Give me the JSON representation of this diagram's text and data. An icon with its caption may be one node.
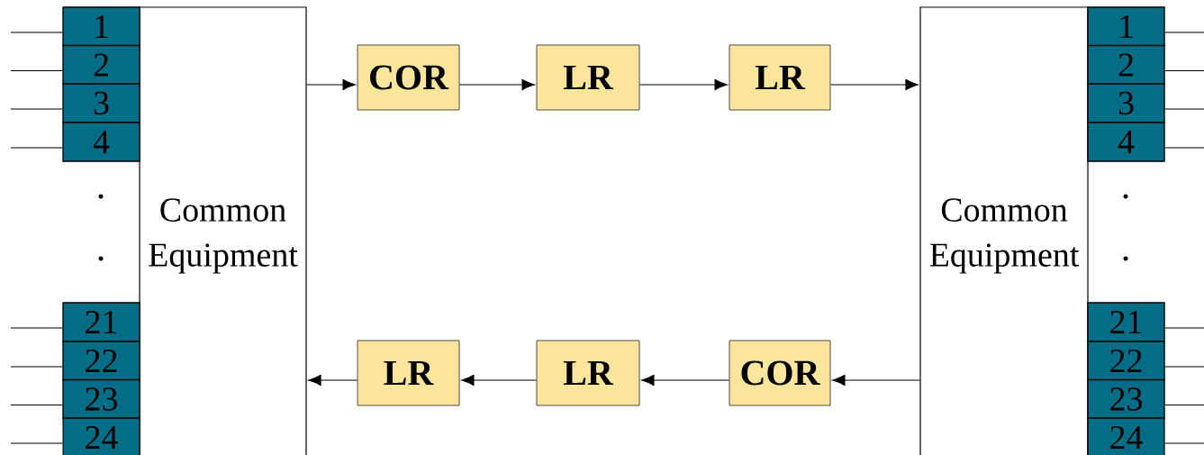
{
  "diagram": {
    "nodes": [
      {
        "text": [
          "Common Equipment"
        ]
      },
      {
        "text": [
          "1"
        ]
      },
      {
        "text": [
          "2"
        ]
      },
      {
        "text": [
          "3"
        ]
      },
      {
        "text": [
          "4"
        ]
      },
      {
        "text": [
          "21"
        ]
      },
      {
        "text": [
          "22"
        ]
      },
      {
        "text": [
          "23"
        ]
      },
      {
        "text": [
          "24"
        ]
      },
      {
        "text": [
          "COR"
        ]
      },
      {
        "text": [
          "LR"
        ]
      },
      {
        "text": [
          "LR"
        ]
      },
      {
        "text": [
          "Common Equipment"
        ]
      },
      {
        "text": [
          "1"
        ]
      },
      {
        "text": [
          "2"
        ]
      },
      {
        "text": [
          "3"
        ]
      },
      {
        "text": [
          "4"
        ]
      },
      {
        "text": [
          "21"
        ]
      },
      {
        "text": [
          "22"
        ]
      },
      {
        "text": [
          "23"
        ]
      },
      {
        "text": [
          "24"
        ]
      },
      {
        "text": [
          "LR"
        ]
      },
      {
        "text": [
          "LR"
        ]
      },
      {
        "text": [
          "COR"
        ]
      }
    ],
    "edges": [
      {
        "from": 0,
        "to": 9,
        "arrow": "to"
      },
      {
        "from": 9,
        "to": 10,
        "arrow": "to"
      },
      {
        "from": 10,
        "to": 11,
        "arrow": "to"
      },
      {
        "from": 11,
        "to": 12,
        "arrow": "to"
      },
      {
        "from": 12,
        "to": 23,
        "arrow": "to"
      },
      {
        "from": 23,
        "to": 22,
        "arrow": "to"
      },
      {
        "from": 22,
        "to": 21,
        "arrow": "to"
      },
      {
        "from": 21,
        "to": 0,
        "arrow": "to"
      },
      {
        "from": null,
        "to": 1,
        "arrow": "none"
      },
      {
        "from": null,
        "to": 2,
        "arrow": "none"
      },
      {
        "from": null,
        "to": 3,
        "arrow": "none"
      },
      {
        "from": null,
        "to": 4,
        "arrow": "none"
      },
      {
        "from": null,
        "to": 5,
        "arrow": "none"
      },
      {
        "from": null,
        "to": 6,
        "arrow": "none"
      },
      {
        "from": null,
        "to": 7,
        "arrow": "none"
      },
      {
        "from": null,
        "to": 8,
        "arrow": "none"
      },
      {
        "from": 13,
        "to": null,
        "arrow": "none"
      },
      {
        "from": 14,
        "to": null,
        "arrow": "none"
      },
      {
        "from": 15,
        "to": null,
        "arrow": "none"
      },
      {
        "from": 16,
        "to": null,
        "arrow": "none"
      },
      {
        "from": 17,
        "to": null,
        "arrow": "none"
      },
      {
        "from": 18,
        "to": null,
        "arrow": "none"
      },
      {
        "from": 19,
        "to": null,
        "arrow": "none"
      },
      {
        "from": 20,
        "to": null,
        "arrow": "none"
      }
    ]
  }
}
